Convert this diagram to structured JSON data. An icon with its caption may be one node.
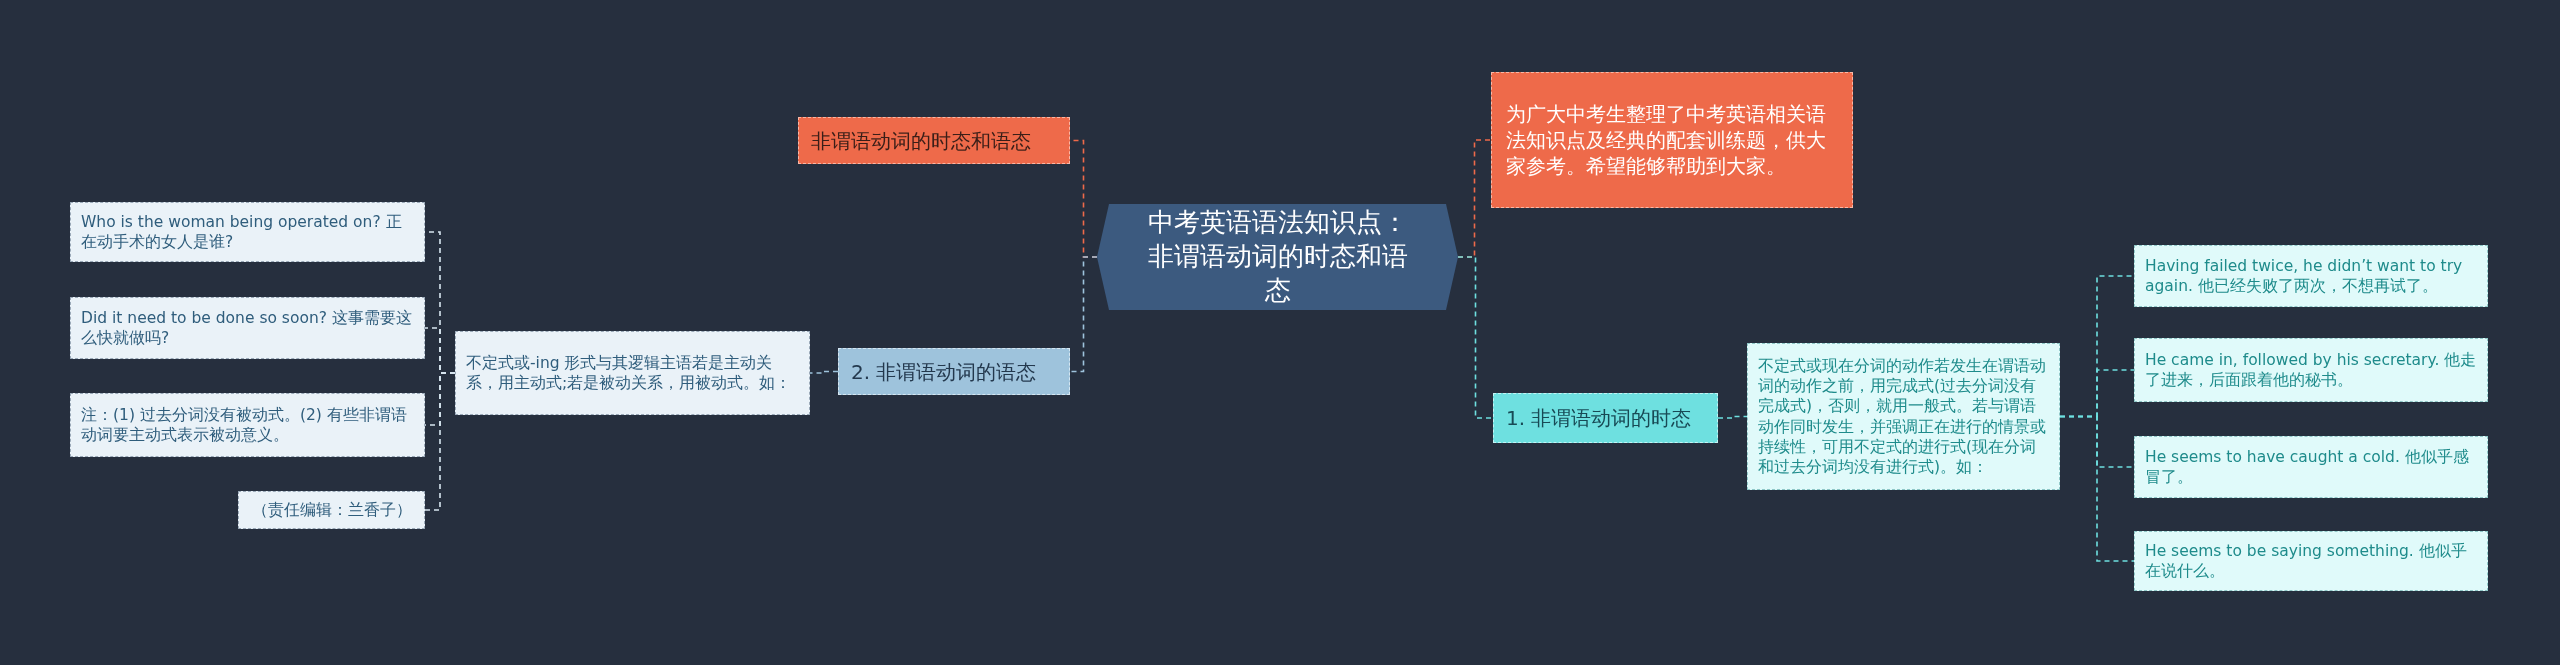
{
  "diagram": {
    "nodes": [
      {
        "text": [
          "中考英语语法知识点：非谓语动词的时态和语态"
        ]
      },
      {
        "text": [
          "非谓语动词的时态和语态"
        ]
      },
      {
        "text": [
          "为广大中考生整理了中考英语相关语法知识点及经典的配套训练题，供大家参考。希望能够帮助到大家。"
        ]
      },
      {
        "text": [
          "2. 非谓语动词的语态"
        ]
      },
      {
        "text": [
          "不定式或-ing 形式与其逻辑主语若是主动关系，用主动式;若是被动关系，用被动式。如："
        ]
      },
      {
        "text": [
          "Who is the woman being operated on? 正在动手术的女人是谁?"
        ]
      },
      {
        "text": [
          "Did it need to be done so soon? 这事需要这么快就做吗?"
        ]
      },
      {
        "text": [
          "注：(1) 过去分词没有被动式。(2) 有些非谓语动词要主动式表示被动意义。"
        ]
      },
      {
        "text": [
          "（责任编辑：兰香子）"
        ]
      },
      {
        "text": [
          "1. 非谓语动词的时态"
        ]
      },
      {
        "text": [
          "不定式或现在分词的动作若发生在谓语动词的动作之前，用完成式(过去分词没有完成式)，否则，就用一般式。若与谓语动作同时发生，并强调正在进行的情景或持续性，可用不定式的进行式(现在分词和过去分词均没有进行式)。如："
        ]
      },
      {
        "text": [
          "Having failed twice, he didn’t want to try again. 他已经失败了两次，不想再试了。"
        ]
      },
      {
        "text": [
          "He came in, followed by his secretary. 他走了进来，后面跟着他的秘书。"
        ]
      },
      {
        "text": [
          "He seems to have caught a cold. 他似乎感冒了。"
        ]
      },
      {
        "text": [
          "He seems to be saying something. 他似乎在说什么。"
        ]
      }
    ],
    "edges": [
      {
        "from": 0,
        "to": 1,
        "arrow": "none",
        "color": "#ee6a4a"
      },
      {
        "from": 0,
        "to": 2,
        "arrow": "none",
        "color": "#ee6a4a"
      },
      {
        "from": 0,
        "to": 3,
        "arrow": "none",
        "color": "#9ec3dc"
      },
      {
        "from": 3,
        "to": 4,
        "arrow": "none",
        "color": "#9ec3dc"
      },
      {
        "from": 4,
        "to": 5,
        "arrow": "none",
        "color": "#d8e6f0"
      },
      {
        "from": 4,
        "to": 6,
        "arrow": "none",
        "color": "#d8e6f0"
      },
      {
        "from": 4,
        "to": 7,
        "arrow": "none",
        "color": "#d8e6f0"
      },
      {
        "from": 4,
        "to": 8,
        "arrow": "none",
        "color": "#d8e6f0"
      },
      {
        "from": 0,
        "to": 9,
        "arrow": "none",
        "color": "#6ee0e0"
      },
      {
        "from": 9,
        "to": 10,
        "arrow": "none",
        "color": "#6ee0e0"
      },
      {
        "from": 10,
        "to": 11,
        "arrow": "none",
        "color": "#6ee0e0"
      },
      {
        "from": 10,
        "to": 12,
        "arrow": "none",
        "color": "#6ee0e0"
      },
      {
        "from": 10,
        "to": 13,
        "arrow": "none",
        "color": "#6ee0e0"
      },
      {
        "from": 10,
        "to": 14,
        "arrow": "none",
        "color": "#6ee0e0"
      }
    ]
  }
}
